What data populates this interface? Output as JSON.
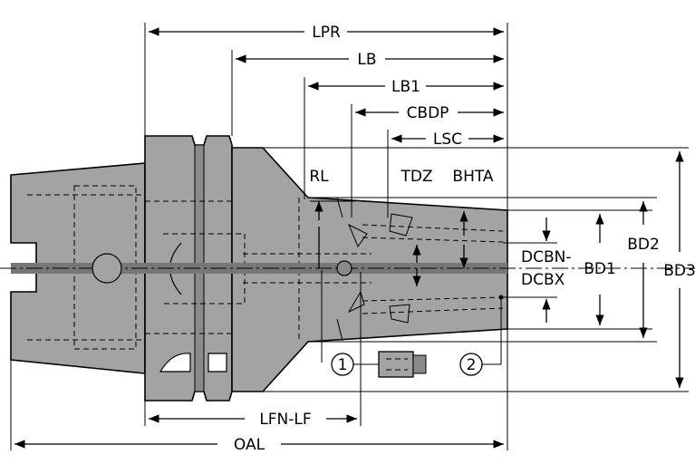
{
  "labels": {
    "lpr": "LPR",
    "lb": "LB",
    "lb1": "LB1",
    "cbdp": "CBDP",
    "lsc": "LSC",
    "rl": "RL",
    "tdz": "TDZ",
    "bhta": "BHTA",
    "dcbn": "DCBN-",
    "dcbx": "DCBX",
    "bd1": "BD1",
    "bd2": "BD2",
    "bd3": "BD3",
    "lfn_lf": "LFN-LF",
    "oal": "OAL"
  },
  "callouts": {
    "one": "1",
    "two": "2"
  },
  "colors": {
    "body_fill": "#a3a3a3",
    "body_dark": "#8a8a8a",
    "centerline_band": "#777777",
    "line": "#000000"
  }
}
